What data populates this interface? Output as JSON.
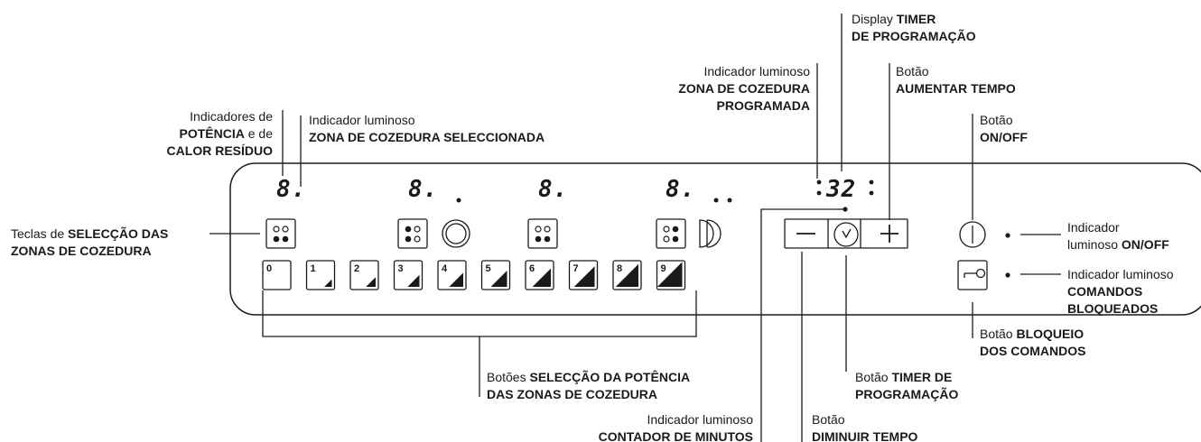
{
  "colors": {
    "ink": "#1a1a1a",
    "panel_border": "#1a1a1a",
    "background": "#ffffff"
  },
  "displays": {
    "zones": [
      "8.",
      "8.",
      "8.",
      "8."
    ],
    "timer": "32"
  },
  "power_levels": [
    "0",
    "1",
    "2",
    "3",
    "4",
    "5",
    "6",
    "7",
    "8",
    "9"
  ],
  "icons": {
    "zone_select": "four-dot-square-icon",
    "round_zone": "round-cooking-zone-icon",
    "dual_zone": "dual-cooking-zone-icon",
    "minus": "minus-icon",
    "timer": "clock-icon",
    "plus": "plus-icon",
    "power": "power-icon",
    "lock": "key-lock-icon"
  },
  "labels": {
    "power_indicators": {
      "l1_pre": "Indicadores de",
      "l2_bold": "POTÊNCIA",
      "l2_post": " e de",
      "l3_bold": "CALOR RESÍDUO"
    },
    "zone_selected": {
      "l1": "Indicador luminoso",
      "l2_bold": "ZONA DE COZEDURA SELECCIONADA"
    },
    "zone_programmed": {
      "l1": "Indicador luminoso",
      "l2_bold": "ZONA DE COZEDURA",
      "l3_bold": "PROGRAMADA"
    },
    "timer_display": {
      "l1_pre": "Display ",
      "l1_bold": "TIMER",
      "l2_bold": "DE PROGRAMAÇÃO"
    },
    "increase": {
      "l1": "Botão",
      "l2_bold": "AUMENTAR TEMPO"
    },
    "onoff_button": {
      "l1": "Botão",
      "l2_bold": "ON/OFF"
    },
    "zone_keys": {
      "l1_pre": "Teclas de ",
      "l1_bold": "SELECÇÃO DAS",
      "l2_bold": "ZONAS DE COZEDURA"
    },
    "onoff_indicator": {
      "l1": "Indicador",
      "l2_pre": "luminoso ",
      "l2_bold": "ON/OFF"
    },
    "locked_indicator": {
      "l1": "Indicador luminoso",
      "l2_bold": "COMANDOS",
      "l3_bold": "BLOQUEADOS"
    },
    "lock_button": {
      "l1_pre": "Botão ",
      "l1_bold": "BLOQUEIO",
      "l2_bold": "DOS COMANDOS"
    },
    "power_select": {
      "l1_pre": "Botões ",
      "l1_bold": "SELECÇÃO DA POTÊNCIA",
      "l2_bold": "DAS ZONAS DE COZEDURA"
    },
    "timer_button": {
      "l1_pre": "Botão ",
      "l1_bold": "TIMER DE",
      "l2_bold": "PROGRAMAÇÃO"
    },
    "minute_counter": {
      "l1": "Indicador luminoso",
      "l2_bold": "CONTADOR DE MINUTOS"
    },
    "decrease": {
      "l1": "Botão",
      "l2_bold": "DIMINUIR TEMPO"
    }
  }
}
